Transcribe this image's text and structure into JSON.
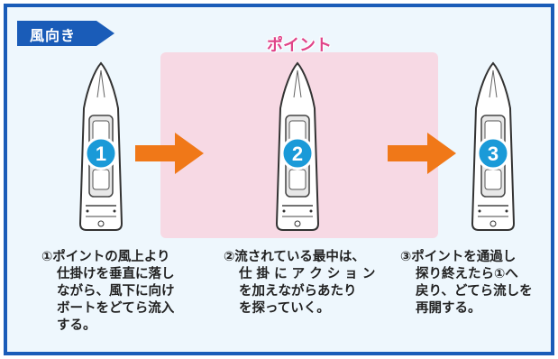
{
  "wind_label": "風向き",
  "point_label": "ポイント",
  "boats": [
    {
      "number": "1"
    },
    {
      "number": "2"
    },
    {
      "number": "3"
    }
  ],
  "steps": [
    {
      "lines": [
        "①ポイントの風上より",
        "仕掛けを垂直に落し",
        "ながら、風下に向け",
        "ボートをどてら流入",
        "する。"
      ]
    },
    {
      "lines": [
        "②流されている最中は、",
        "仕 掛 に ア ク シ ョ ン",
        "を加えながらあたり",
        "を探っていく。"
      ]
    },
    {
      "lines": [
        "③ポイントを通過し",
        "探り終えたら①へ",
        "戻り、どてら流しを",
        "再開する。"
      ]
    }
  ],
  "colors": {
    "frame": "#1a5cb8",
    "background": "#eef7fd",
    "point_zone": "#f7d9e4",
    "point_text": "#e0458a",
    "arrow": "#f07818",
    "badge": "#1a9ad8"
  }
}
